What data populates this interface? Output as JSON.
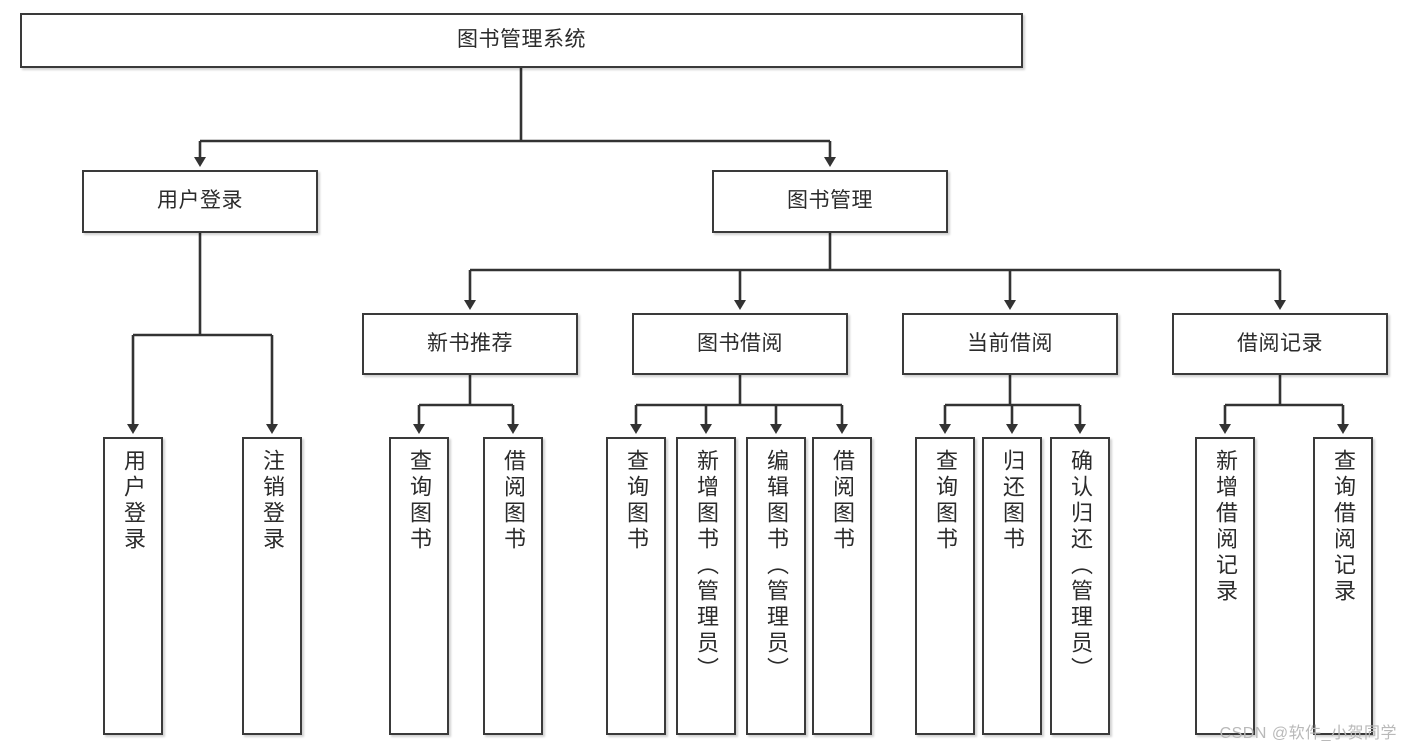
{
  "diagram": {
    "type": "tree",
    "title": "图书管理系统",
    "watermark": "CSDN @软件_小贺同学",
    "colors": {
      "box_border": "#3a3a3a",
      "box_fill": "#ffffff",
      "text": "#2b2b2b",
      "edge": "#333333",
      "watermark": "#b9b9b9",
      "background": "#ffffff"
    },
    "levels": {
      "root": {
        "label": "图书管理系统"
      },
      "level2": [
        {
          "id": "user-login",
          "label": "用户登录"
        },
        {
          "id": "book-management",
          "label": "图书管理"
        }
      ],
      "level3": [
        {
          "id": "new-book-recommend",
          "label": "新书推荐",
          "parent": "book-management"
        },
        {
          "id": "book-borrow",
          "label": "图书借阅",
          "parent": "book-management"
        },
        {
          "id": "current-borrow",
          "label": "当前借阅",
          "parent": "book-management"
        },
        {
          "id": "borrow-record",
          "label": "借阅记录",
          "parent": "book-management"
        }
      ],
      "leaves": [
        {
          "id": "leaf-user-login",
          "label": "用户登录",
          "parent": "user-login"
        },
        {
          "id": "leaf-logout-login",
          "label": "注销登录",
          "parent": "user-login"
        },
        {
          "id": "leaf-query-book-1",
          "label": "查询图书",
          "parent": "new-book-recommend"
        },
        {
          "id": "leaf-borrow-book-1",
          "label": "借阅图书",
          "parent": "new-book-recommend"
        },
        {
          "id": "leaf-query-book-2",
          "label": "查询图书",
          "parent": "book-borrow"
        },
        {
          "id": "leaf-add-book",
          "label": "新增图书（管理员）",
          "parent": "book-borrow"
        },
        {
          "id": "leaf-edit-book",
          "label": "编辑图书（管理员）",
          "parent": "book-borrow"
        },
        {
          "id": "leaf-borrow-book-2",
          "label": "借阅图书",
          "parent": "book-borrow"
        },
        {
          "id": "leaf-query-book-3",
          "label": "查询图书",
          "parent": "current-borrow"
        },
        {
          "id": "leaf-return-book",
          "label": "归还图书",
          "parent": "current-borrow"
        },
        {
          "id": "leaf-confirm-return",
          "label": "确认归还（管理员）",
          "parent": "current-borrow"
        },
        {
          "id": "leaf-add-record",
          "label": "新增借阅记录",
          "parent": "borrow-record"
        },
        {
          "id": "leaf-query-record",
          "label": "查询借阅记录",
          "parent": "borrow-record"
        }
      ]
    }
  }
}
